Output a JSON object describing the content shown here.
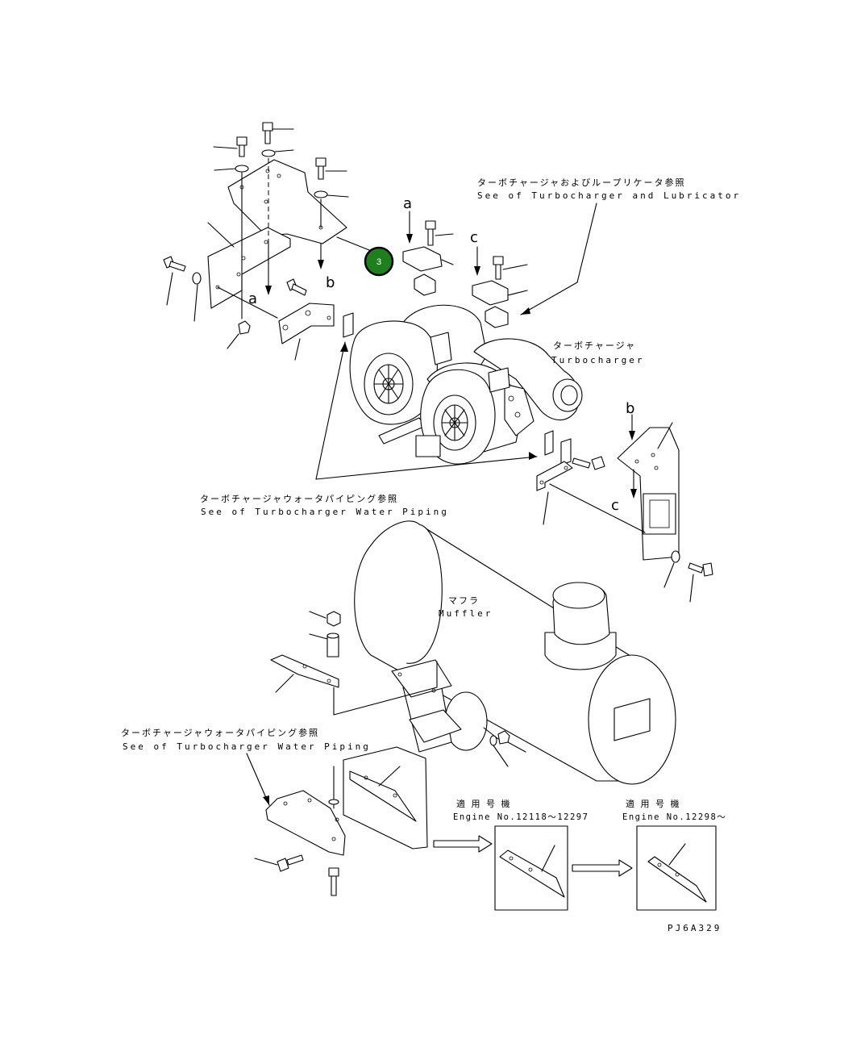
{
  "callouts": {
    "turbo_lub_jp": "ターボチャージャおよびループリケータ参照",
    "turbo_lub_en": "See of Turbocharger and Lubricator",
    "turbo_jp": "ターボチャージャ",
    "turbo_en": "Turbocharger",
    "water_pipe_jp": "ターボチャージャウォータパイピング参照",
    "water_pipe_en": "See of Turbocharger Water Piping",
    "muffler_jp": "マフラ",
    "muffler_en": "Muffler",
    "water_pipe2_jp": "ターボチャージャウォータパイピング参照",
    "water_pipe2_en": "See of Turbocharger Water Piping",
    "applic1_jp": "適 用 号 機",
    "applic1_en": "Engine No.12118～12297",
    "applic2_jp": "適 用 号 機",
    "applic2_en": "Engine No.12298～"
  },
  "view_labels": {
    "a1": "a",
    "a2": "a",
    "b1": "b",
    "b2": "b",
    "c1": "c",
    "c2": "c"
  },
  "part_badge": {
    "number": "3",
    "color": "#1f7f1f"
  },
  "drawing_code": "PJ6A329"
}
